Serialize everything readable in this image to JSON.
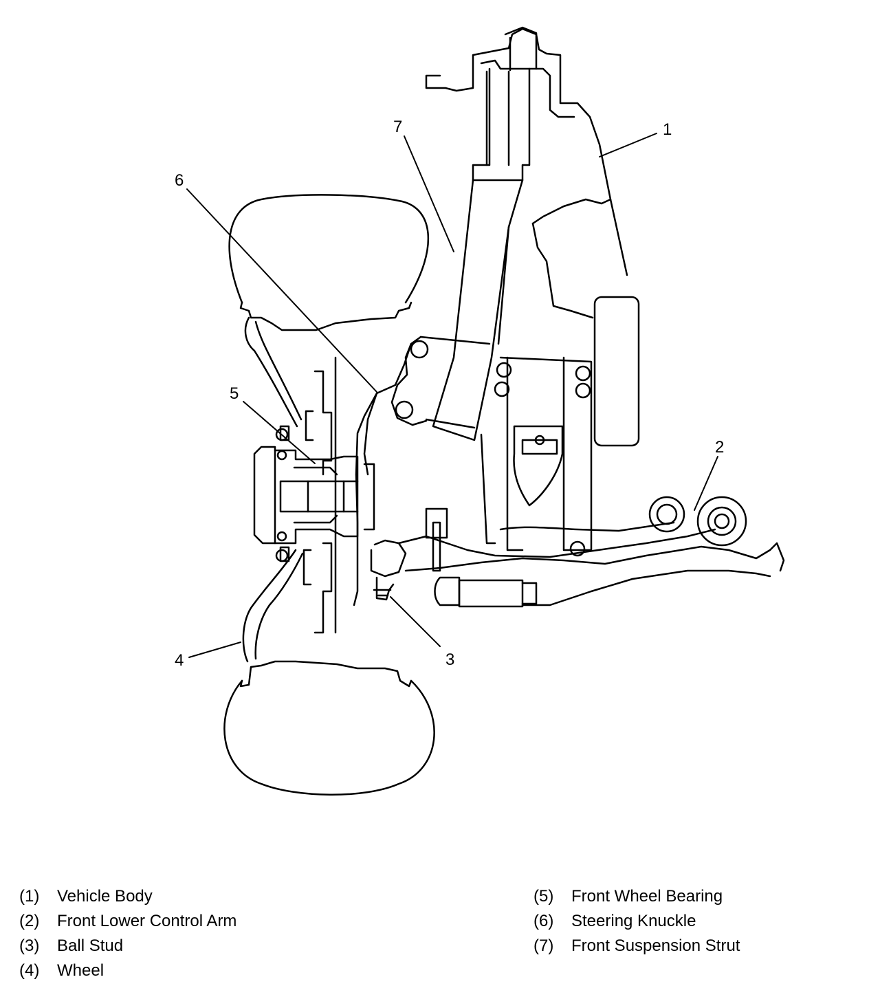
{
  "callouts": {
    "c1": "1",
    "c2": "2",
    "c3": "3",
    "c4": "4",
    "c5": "5",
    "c6": "6",
    "c7": "7"
  },
  "legend": {
    "left": [
      {
        "num": "(1)",
        "label": "Vehicle Body"
      },
      {
        "num": "(2)",
        "label": "Front Lower Control Arm"
      },
      {
        "num": "(3)",
        "label": "Ball Stud"
      },
      {
        "num": "(4)",
        "label": "Wheel"
      }
    ],
    "right": [
      {
        "num": "(5)",
        "label": "Front Wheel Bearing"
      },
      {
        "num": "(6)",
        "label": "Steering Knuckle"
      },
      {
        "num": "(7)",
        "label": "Front Suspension Strut"
      }
    ]
  }
}
